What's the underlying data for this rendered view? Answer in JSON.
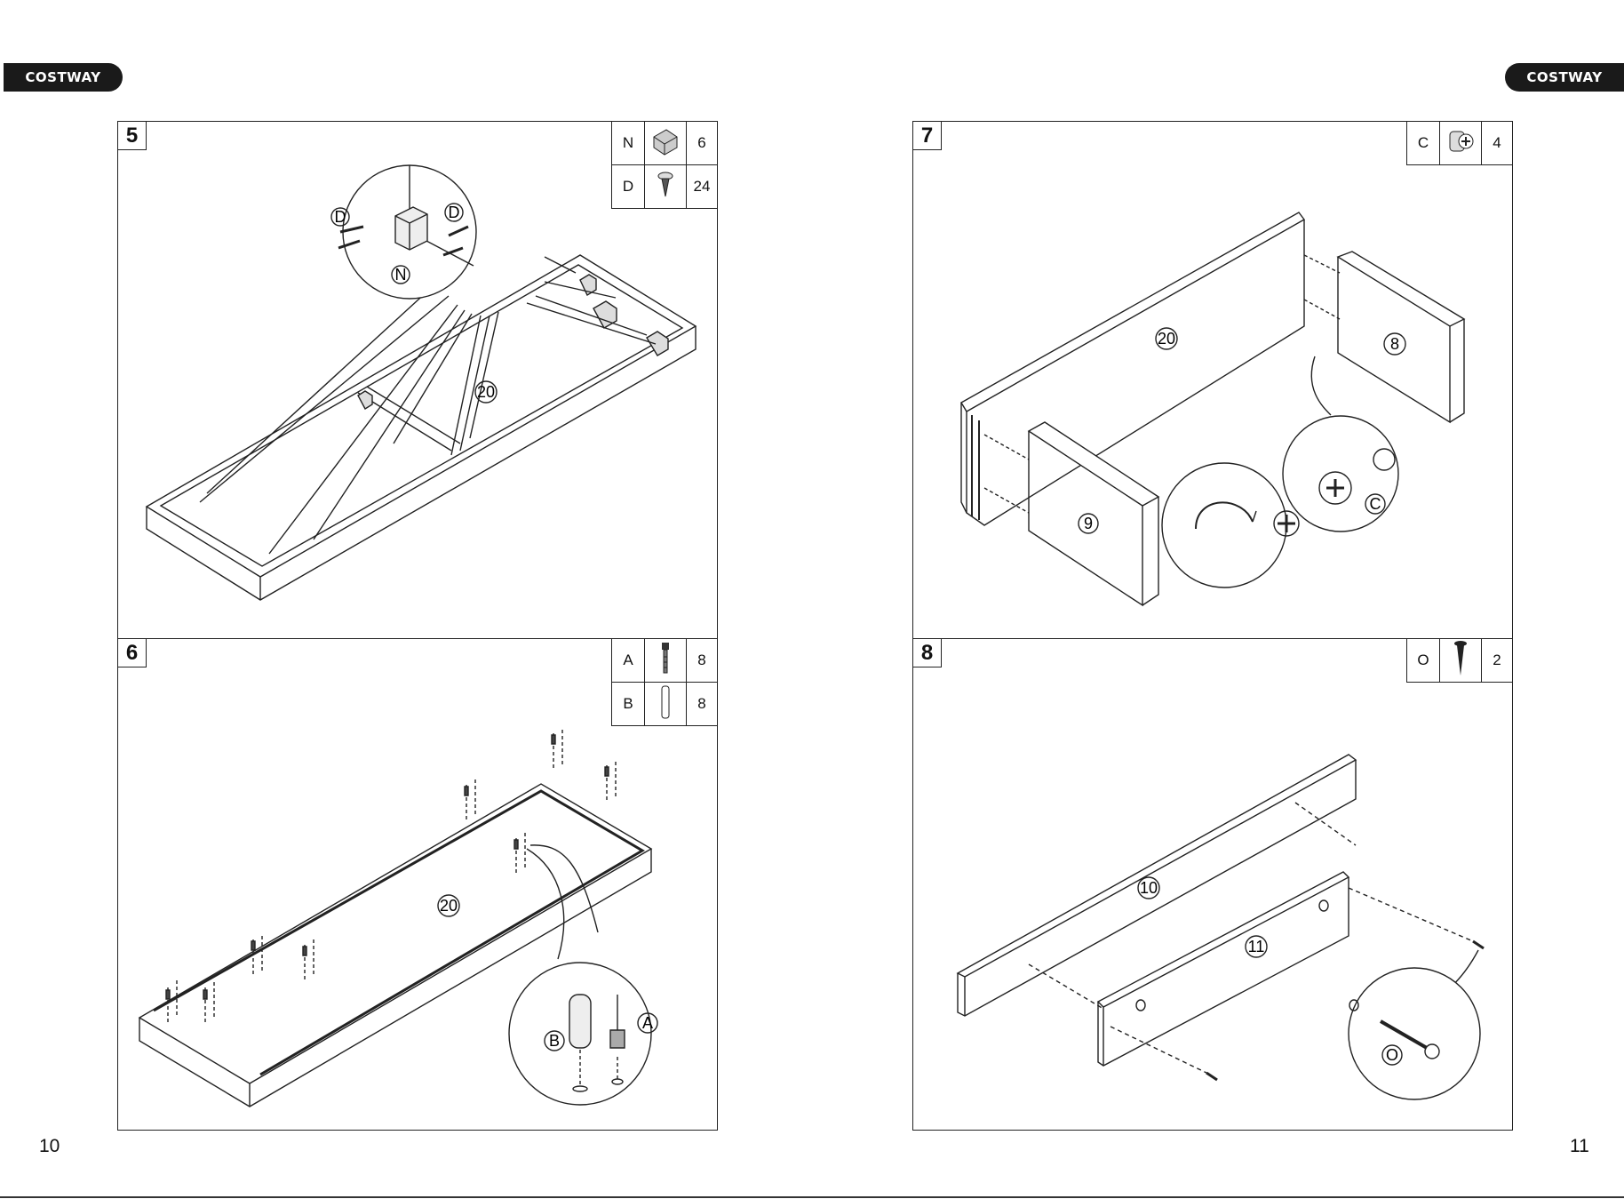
{
  "brand": {
    "left": "COSTWAY",
    "right": "COSTWAY"
  },
  "page_numbers": {
    "left": "10",
    "right": "11"
  },
  "steps": {
    "s5": {
      "number": "5",
      "parts": [
        {
          "code": "N",
          "qty": "6",
          "icon": "corner-bracket-icon"
        },
        {
          "code": "D",
          "qty": "24",
          "icon": "screw-icon"
        }
      ],
      "callouts": {
        "d1": "D",
        "d2": "D",
        "n": "N",
        "board": "20"
      }
    },
    "s6": {
      "number": "6",
      "parts": [
        {
          "code": "A",
          "qty": "8",
          "icon": "cam-bolt-icon"
        },
        {
          "code": "B",
          "qty": "8",
          "icon": "wooden-dowel-icon"
        }
      ],
      "callouts": {
        "board": "20",
        "b": "B",
        "a": "A"
      }
    },
    "s7": {
      "number": "7",
      "parts": [
        {
          "code": "C",
          "qty": "4",
          "icon": "cam-lock-icon"
        }
      ],
      "callouts": {
        "board20": "20",
        "board8": "8",
        "board9": "9",
        "c": "C"
      }
    },
    "s8": {
      "number": "8",
      "parts": [
        {
          "code": "O",
          "qty": "2",
          "icon": "long-screw-icon"
        }
      ],
      "callouts": {
        "board10": "10",
        "board11": "11",
        "o": "O"
      }
    }
  }
}
